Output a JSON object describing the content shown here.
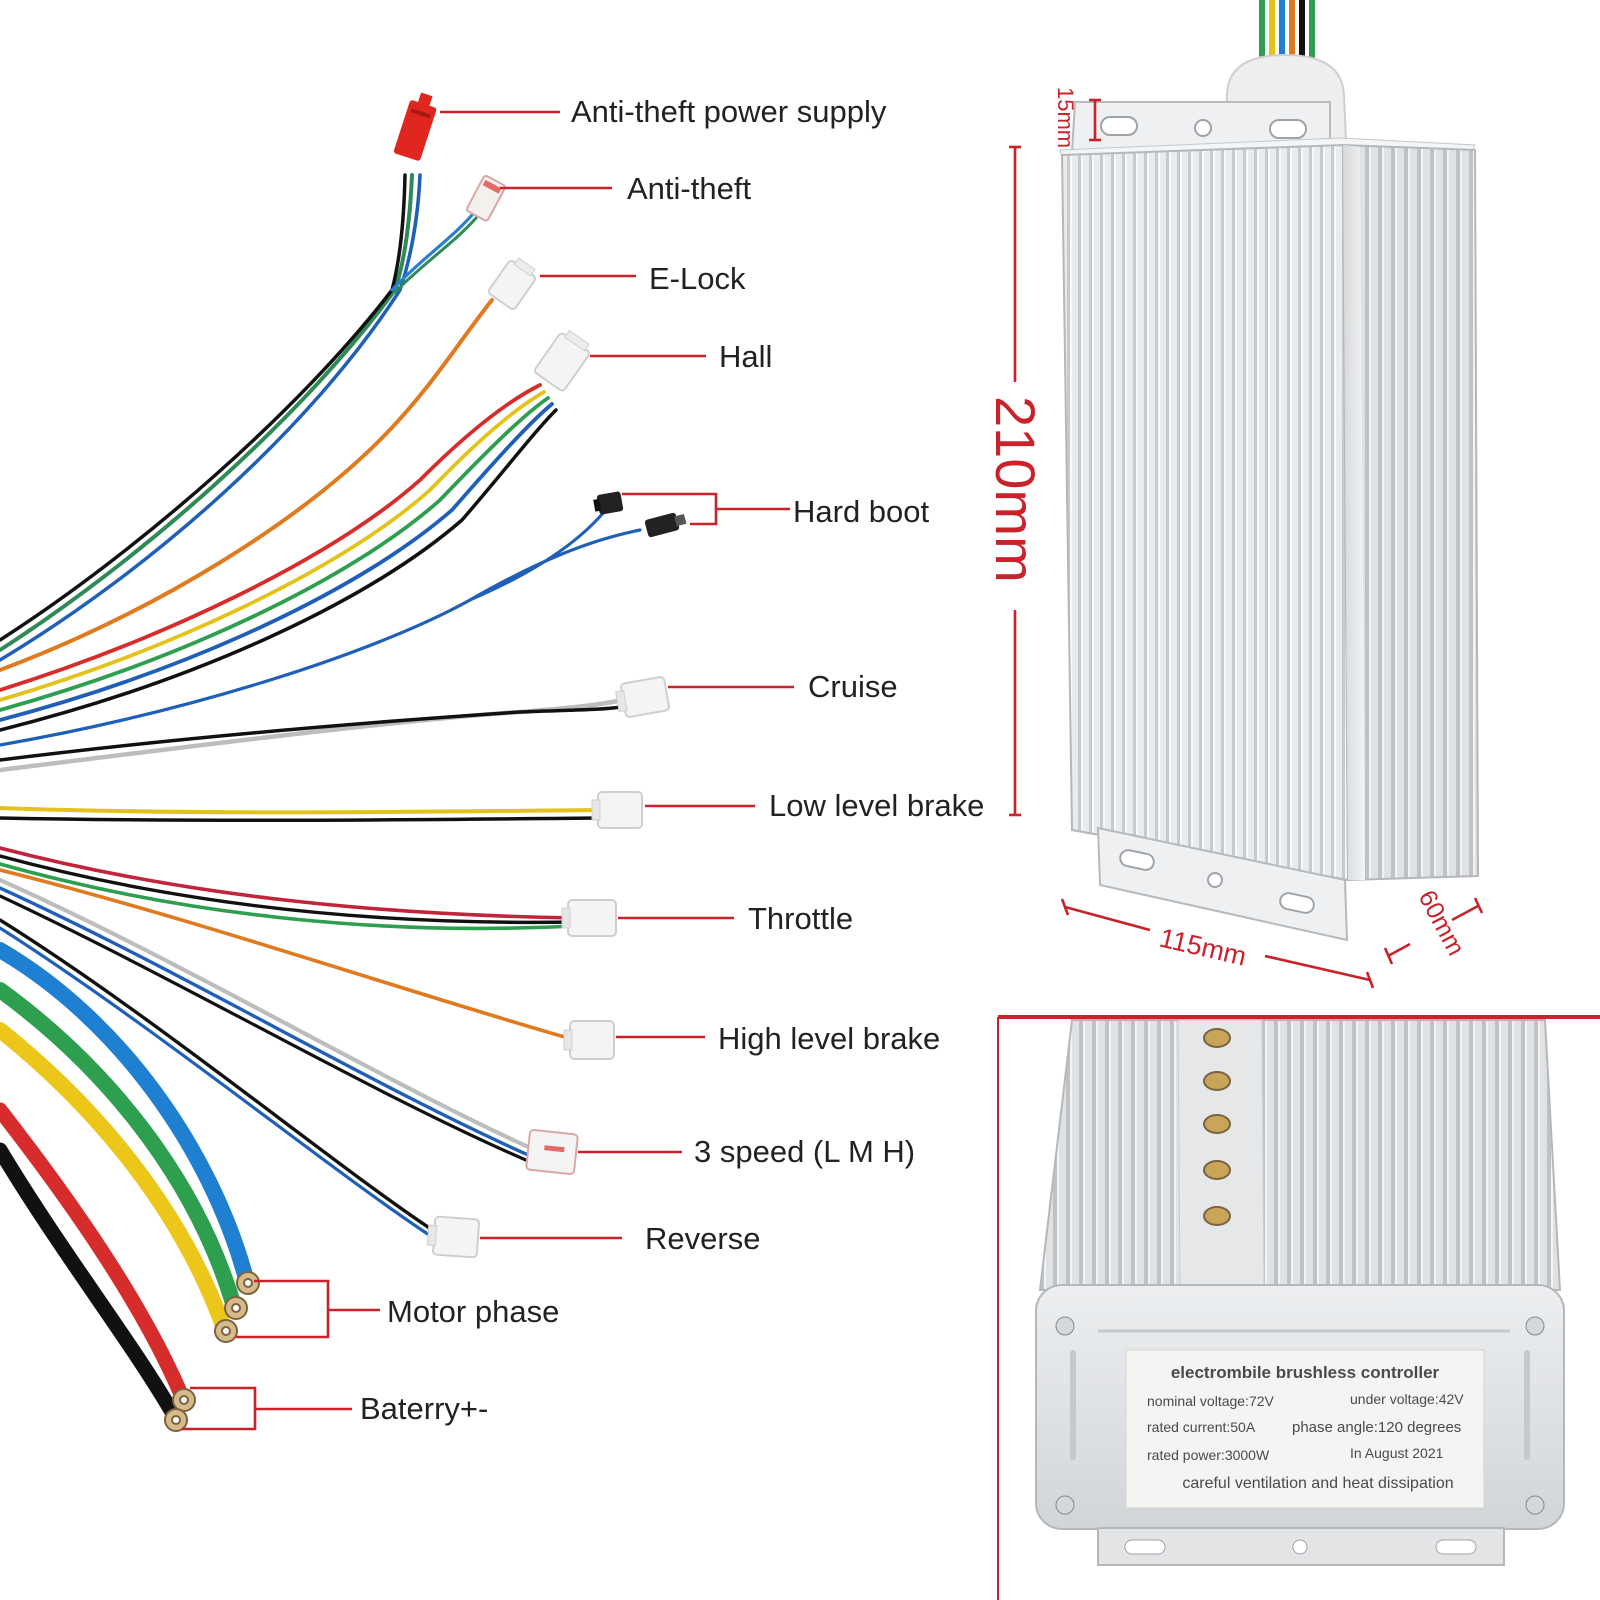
{
  "labels": {
    "anti_theft_power": "Anti-theft power  supply",
    "anti_theft": "Anti-theft",
    "e_lock": "E-Lock",
    "hall": "Hall",
    "hard_boot": "Hard boot",
    "cruise": "Cruise",
    "low_brake": "Low level brake",
    "throttle": "Throttle",
    "high_brake": "High level brake",
    "three_speed": "3 speed (L M H)",
    "reverse": "Reverse",
    "motor_phase": "Motor phase",
    "battery": "Baterry+-"
  },
  "dimensions": {
    "height": "210mm",
    "width": "115mm",
    "depth": "60mm",
    "flange": "15mm"
  },
  "plate": {
    "title": "electrombile brushless controller",
    "nominal_voltage": "nominal voltage:72V",
    "under_voltage": "under voltage:42V",
    "rated_current": "rated current:50A",
    "phase_angle": "phase angle:120 degrees",
    "rated_power": "rated power:3000W",
    "date": "In August  2021",
    "note": "careful ventilation and heat dissipation"
  },
  "colors": {
    "accent": "#c8232b",
    "housing": "#e4e6e8"
  }
}
